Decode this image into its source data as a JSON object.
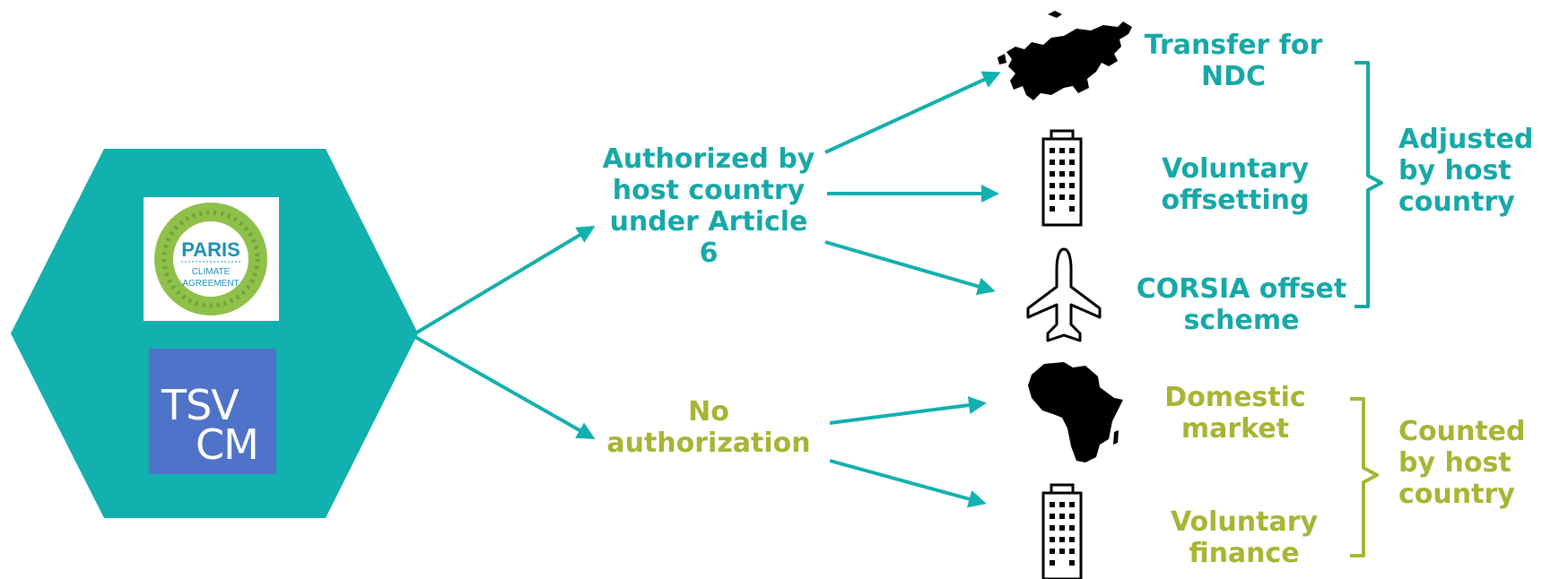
{
  "colors": {
    "hexagon": "#12b0ae",
    "arrow": "#12b0ae",
    "teal_text": "#17a8a8",
    "olive_text": "#a6b533",
    "tsvcm_bg": "#4f73c9"
  },
  "logos": {
    "paris": {
      "word": "PARIS",
      "line2": "CLIMATE",
      "line3": "AGREEMENT"
    },
    "tsvcm": {
      "top": "TSV",
      "bottom": "CM"
    }
  },
  "branches": {
    "authorized": {
      "lines": [
        "Authorized by",
        "host country",
        "under Article",
        "6"
      ]
    },
    "no_authorization": {
      "lines": [
        "No",
        "authorization"
      ]
    }
  },
  "uses": [
    {
      "icon": "europe-map-icon",
      "lines": [
        "Transfer for",
        "NDC"
      ]
    },
    {
      "icon": "building-icon",
      "lines": [
        "Voluntary",
        "offsetting"
      ]
    },
    {
      "icon": "airplane-icon",
      "lines": [
        "CORSIA offset",
        "scheme"
      ]
    },
    {
      "icon": "africa-map-icon",
      "lines": [
        "Domestic",
        "market"
      ]
    },
    {
      "icon": "building-icon",
      "lines": [
        "Voluntary",
        "finance"
      ]
    }
  ],
  "groups": {
    "adjusted": {
      "lines": [
        "Adjusted",
        "by host",
        "country"
      ]
    },
    "counted": {
      "lines": [
        "Counted",
        "by host",
        "country"
      ]
    }
  }
}
